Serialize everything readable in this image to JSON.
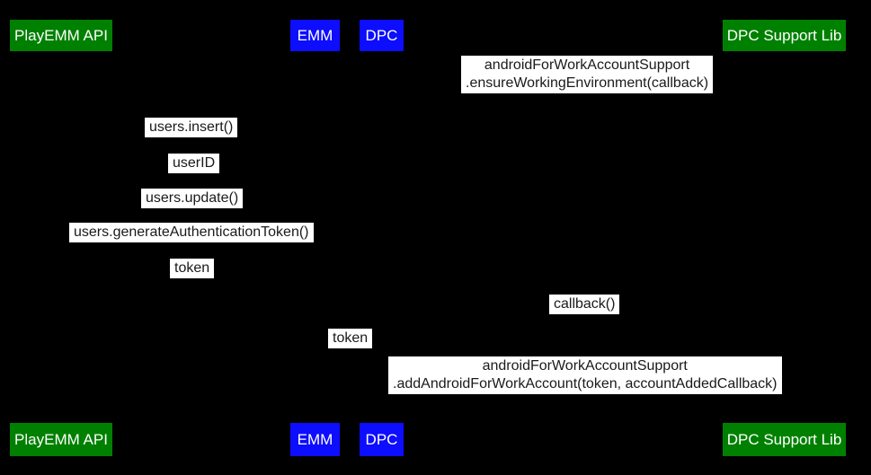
{
  "diagram": {
    "type": "sequence-diagram",
    "background_color": "#000000",
    "label_background": "#ffffff",
    "label_text_color": "#1a1a1a",
    "colors": {
      "green_participant": "#008000",
      "blue_participant": "#0d0dff",
      "participant_text": "#ffffff"
    },
    "participants": [
      {
        "label": "PlayEMM API",
        "color": "#008000"
      },
      {
        "label": "EMM",
        "color": "#0d0dff"
      },
      {
        "label": "DPC",
        "color": "#0d0dff"
      },
      {
        "label": "DPC Support Lib",
        "color": "#008000"
      }
    ],
    "messages": [
      {
        "text": "androidForWorkAccountSupport\n.ensureWorkingEnvironment(callback)"
      },
      {
        "text": "users.insert()"
      },
      {
        "text": "userID"
      },
      {
        "text": "users.update()"
      },
      {
        "text": "users.generateAuthenticationToken()"
      },
      {
        "text": "token"
      },
      {
        "text": "callback()"
      },
      {
        "text": "token"
      },
      {
        "text": "androidForWorkAccountSupport\n.addAndroidForWorkAccount(token, accountAddedCallback)"
      }
    ]
  }
}
